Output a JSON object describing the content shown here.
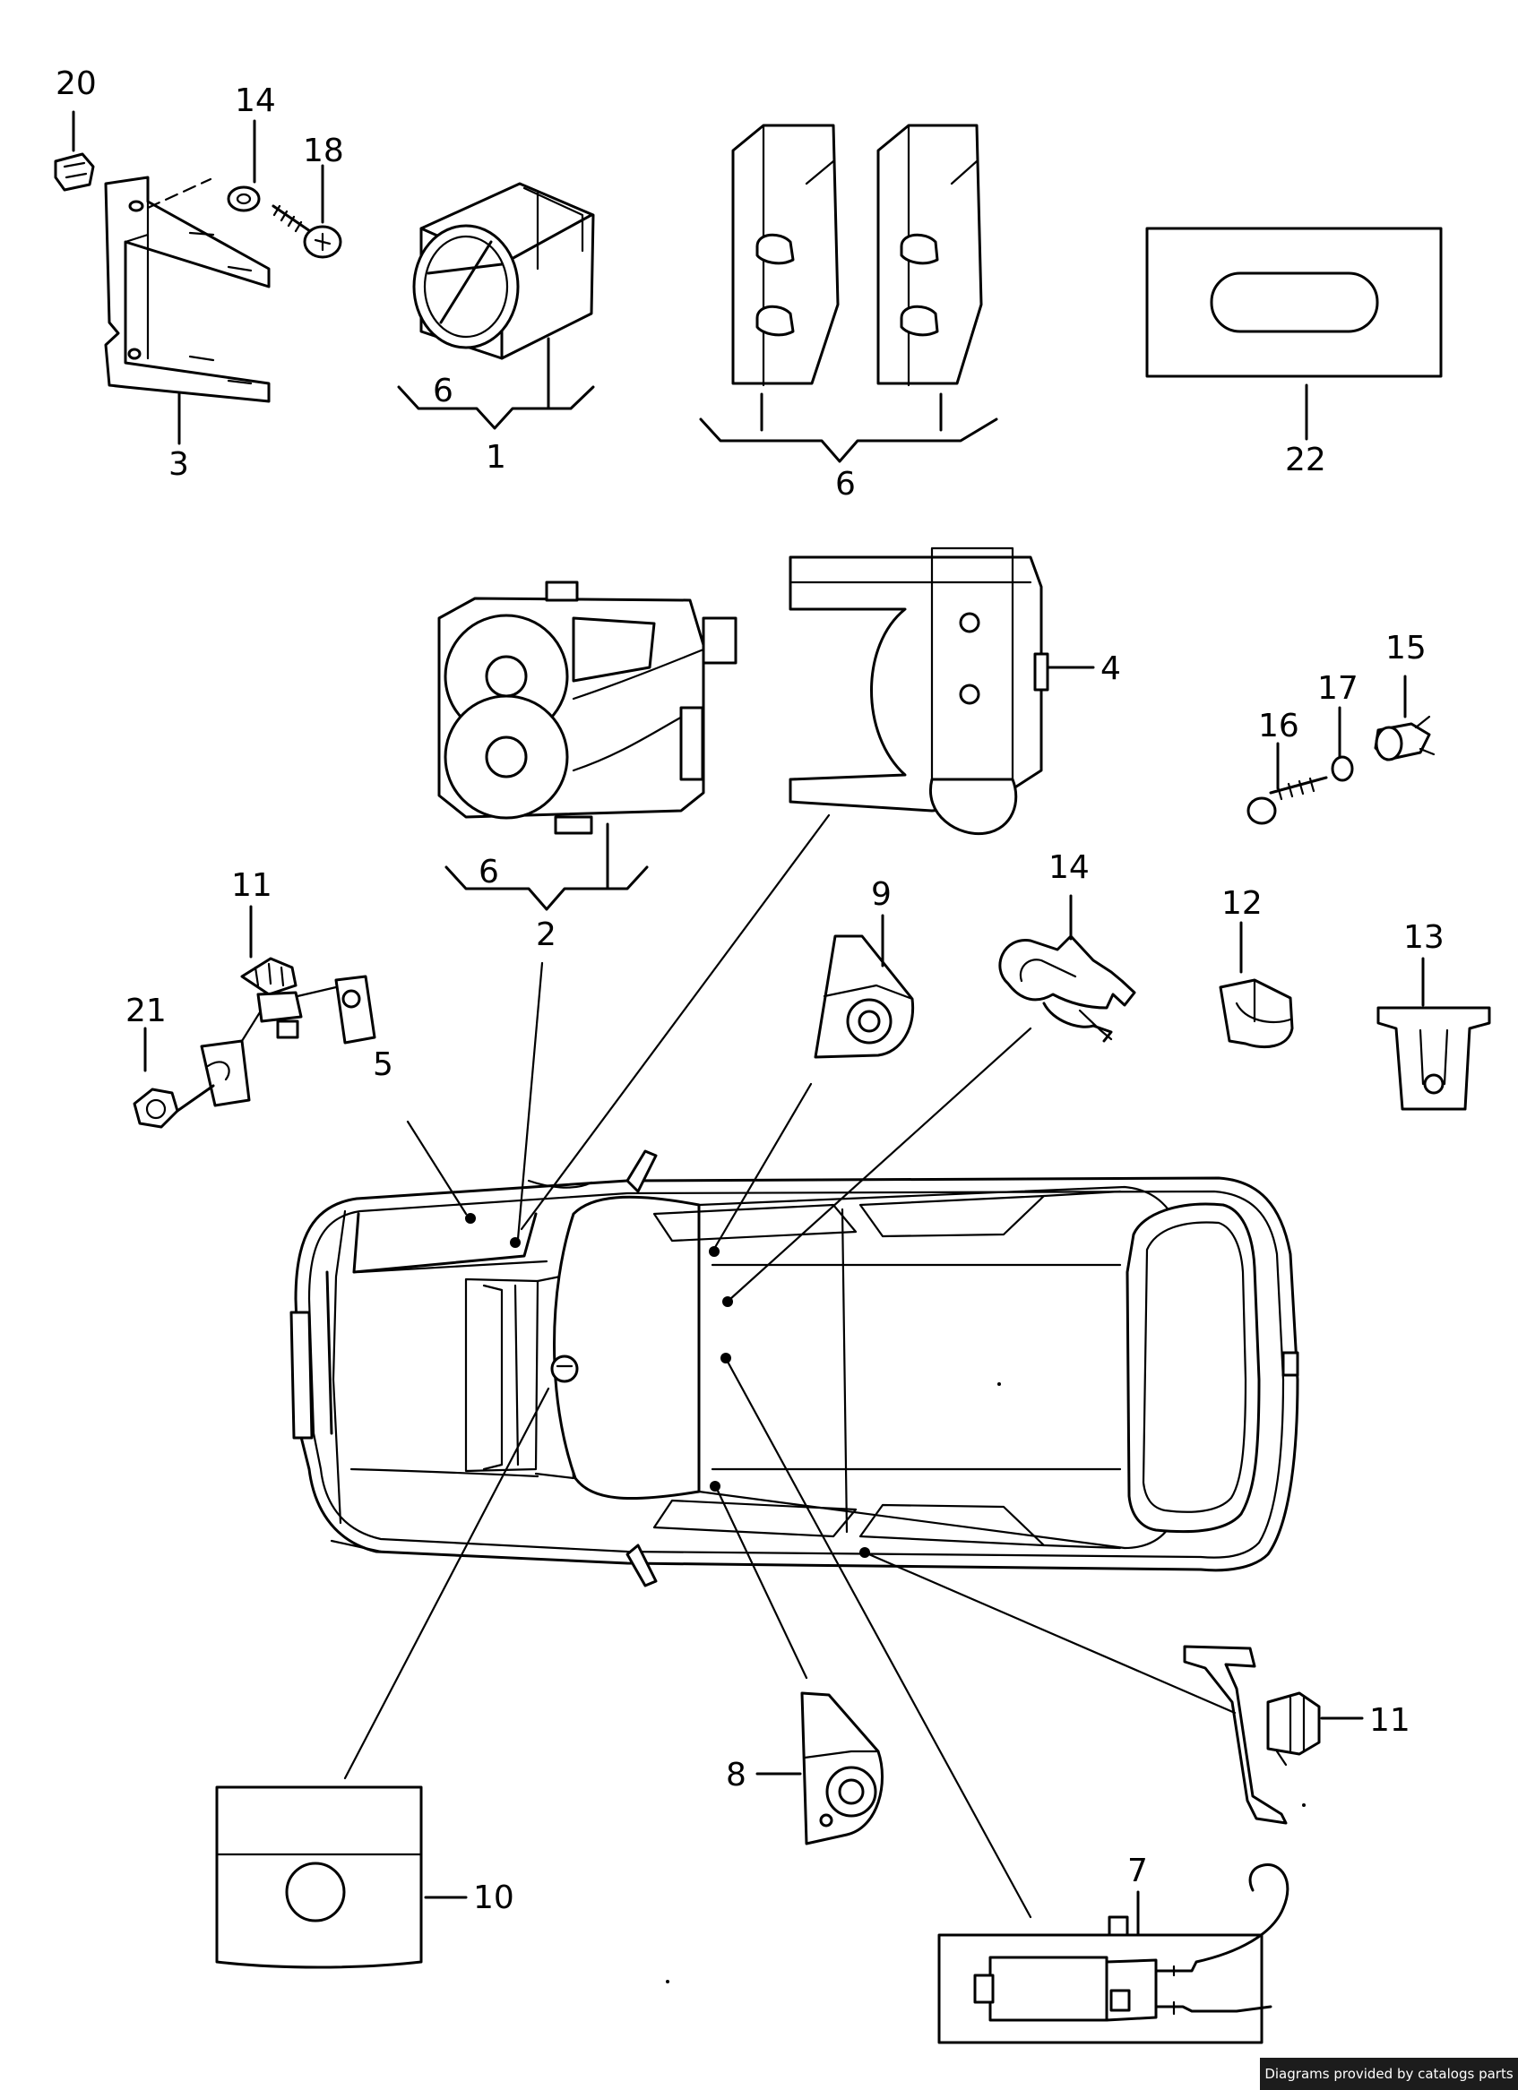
{
  "callouts": {
    "c1": "1",
    "c2": "2",
    "c3": "3",
    "c4": "4",
    "c5": "5",
    "c6a": "6",
    "c6b": "6",
    "c6c": "6",
    "c7": "7",
    "c8": "8",
    "c9": "9",
    "c10": "10",
    "c11a": "11",
    "c11b": "11",
    "c12": "12",
    "c13": "13",
    "c14a": "14",
    "c14b": "14",
    "c15": "15",
    "c16": "16",
    "c17": "17",
    "c18": "18",
    "c20": "20",
    "c21": "21",
    "c22": "22"
  },
  "credit": "Diagrams provided by catalogs parts"
}
